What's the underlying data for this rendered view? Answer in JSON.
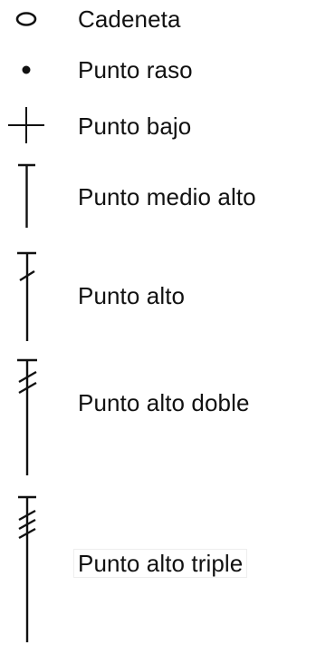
{
  "legend": {
    "items": [
      {
        "symbol": "chain-oval-icon",
        "label": "Cadeneta"
      },
      {
        "symbol": "slip-stitch-dot-icon",
        "label": "Punto raso"
      },
      {
        "symbol": "single-crochet-cross-icon",
        "label": "Punto bajo"
      },
      {
        "symbol": "half-double-crochet-t-icon",
        "label": "Punto medio alto"
      },
      {
        "symbol": "double-crochet-icon",
        "label": "Punto alto"
      },
      {
        "symbol": "treble-crochet-icon",
        "label": "Punto alto doble"
      },
      {
        "symbol": "double-treble-crochet-icon",
        "label": "Punto alto triple"
      }
    ]
  },
  "colors": {
    "ink": "#111111",
    "background": "#ffffff"
  }
}
